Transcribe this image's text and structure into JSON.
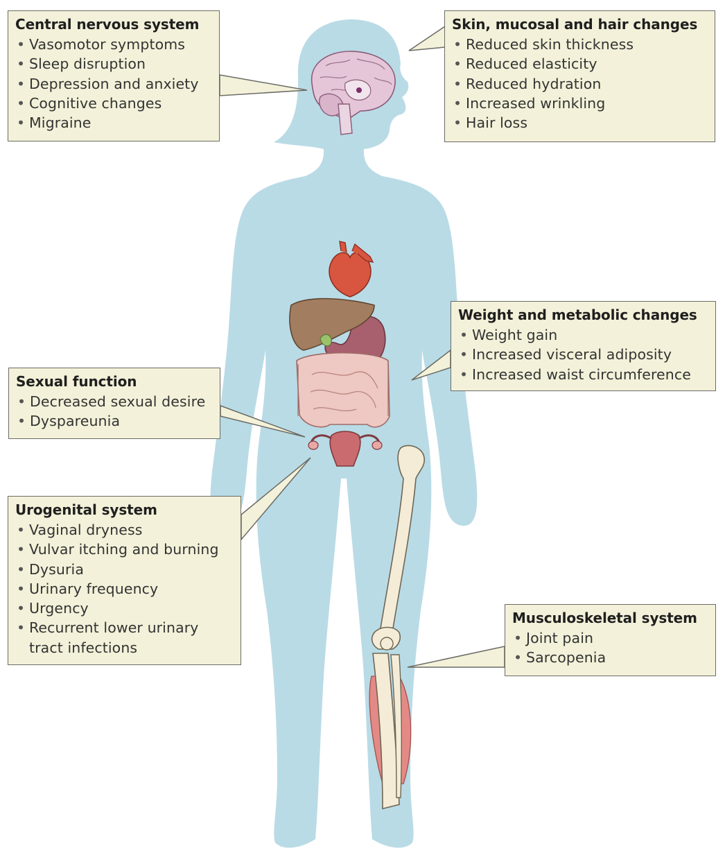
{
  "colors": {
    "silhouette": "#b9dbe6",
    "callout_fill": "#f3f1d9",
    "callout_border": "#6b6b66",
    "heart": "#d8563f",
    "liver": "#a27d5f",
    "stomach": "#a8606e",
    "intestine": "#e8b9b4",
    "uterus": "#c96b6f",
    "bone": "#f4ecd6",
    "muscle": "#e48a86",
    "brain": "#e4c6d8"
  },
  "callouts": {
    "cns": {
      "title": "Central nervous system",
      "items": [
        "Vasomotor symptoms",
        "Sleep disruption",
        "Depression and anxiety",
        "Cognitive changes",
        "Migraine"
      ]
    },
    "skin": {
      "title": "Skin, mucosal and hair changes",
      "items": [
        "Reduced skin thickness",
        "Reduced elasticity",
        "Reduced hydration",
        "Increased wrinkling",
        "Hair loss"
      ]
    },
    "weight": {
      "title": "Weight and metabolic changes",
      "items": [
        "Weight gain",
        "Increased visceral adiposity",
        "Increased waist circumference"
      ]
    },
    "sexual": {
      "title": "Sexual function",
      "items": [
        "Decreased sexual desire",
        "Dyspareunia"
      ]
    },
    "urogenital": {
      "title": "Urogenital system",
      "items": [
        "Vaginal dryness",
        "Vulvar itching and burning",
        "Dysuria",
        "Urinary frequency",
        "Urgency",
        "Recurrent lower urinary tract infections"
      ]
    },
    "musculoskeletal": {
      "title": "Musculoskeletal system",
      "items": [
        "Joint pain",
        "Sarcopenia"
      ]
    }
  }
}
